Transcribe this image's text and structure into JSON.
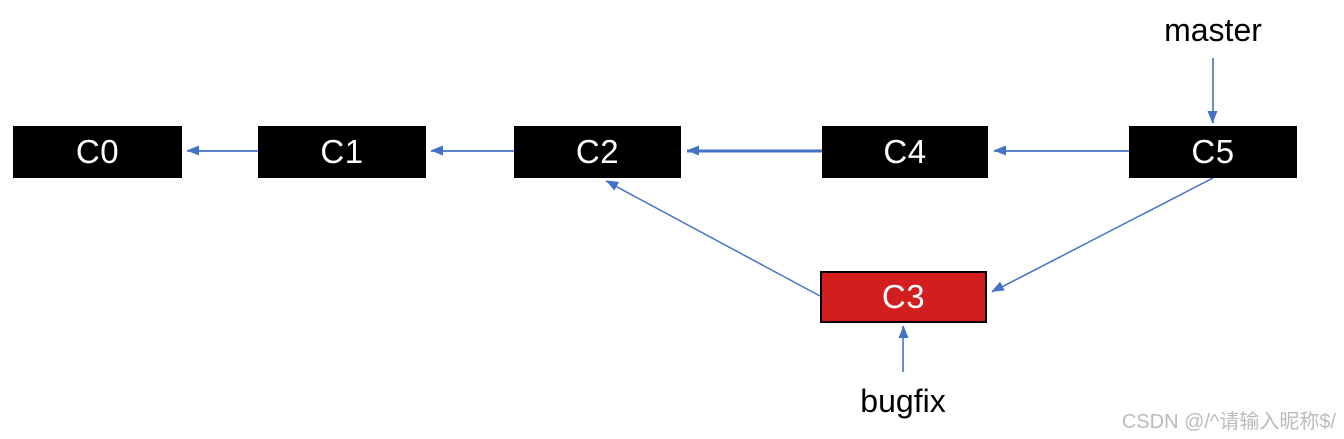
{
  "diagram": {
    "type": "git-commit-graph",
    "nodes": [
      {
        "id": "C0",
        "label": "C0",
        "kind": "commit"
      },
      {
        "id": "C1",
        "label": "C1",
        "kind": "commit"
      },
      {
        "id": "C2",
        "label": "C2",
        "kind": "commit"
      },
      {
        "id": "C4",
        "label": "C4",
        "kind": "commit"
      },
      {
        "id": "C5",
        "label": "C5",
        "kind": "commit"
      },
      {
        "id": "C3",
        "label": "C3",
        "kind": "commit-highlighted"
      }
    ],
    "edges": [
      {
        "from": "C1",
        "to": "C0"
      },
      {
        "from": "C2",
        "to": "C1"
      },
      {
        "from": "C4",
        "to": "C2"
      },
      {
        "from": "C5",
        "to": "C4"
      },
      {
        "from": "C3",
        "to": "C2"
      },
      {
        "from": "C5",
        "to": "C3"
      },
      {
        "from": "master-label",
        "to": "C5"
      },
      {
        "from": "bugfix-label",
        "to": "C3"
      }
    ],
    "branch_labels": [
      {
        "label": "master",
        "points_to": "C5"
      },
      {
        "label": "bugfix",
        "points_to": "C3"
      }
    ]
  },
  "colors": {
    "arrow_blue": "#4472C4",
    "commit_fill": "#000000",
    "commit_text": "#FFFFFF",
    "highlight_fill": "#D21E1E",
    "highlight_border": "#000000",
    "label_text": "#000000",
    "watermark_gray": "#BBBBBB"
  },
  "watermark": "CSDN @/^请输入昵称$/"
}
